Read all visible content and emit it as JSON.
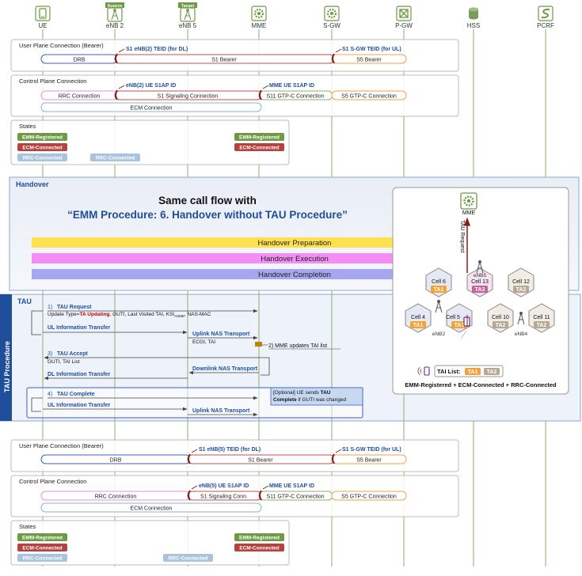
{
  "entities": [
    {
      "label": "UE",
      "tag": "",
      "icon": "ue-icon"
    },
    {
      "label": "eNB 2",
      "tag": "Source",
      "icon": "enb-icon"
    },
    {
      "label": "eNB 5",
      "tag": "Target",
      "icon": "enb-icon"
    },
    {
      "label": "MME",
      "tag": "",
      "icon": "mme-gear-icon"
    },
    {
      "label": "S-GW",
      "tag": "",
      "icon": "sgw-gear-icon"
    },
    {
      "label": "P-GW",
      "tag": "",
      "icon": "pgw-icon"
    },
    {
      "label": "HSS",
      "tag": "",
      "icon": "hss-database-icon"
    },
    {
      "label": "PCRF",
      "tag": "",
      "icon": "pcrf-icon"
    }
  ],
  "top": {
    "user_plane": {
      "title": "User Plane Connection (Bearer)",
      "drb": "DRB",
      "s1_bearer": "S1 Bearer",
      "s5_bearer": "S5 Bearer",
      "teid_dl": "S1 eNB(2) TEID (for DL)",
      "teid_ul": "S1 S-GW TEID (for UL)"
    },
    "control_plane": {
      "title": "Control Plane Connection",
      "rrc": "RRC  Connection",
      "s1_sig": "S1 Signaling Connection",
      "s11": "S11 GTP-C Connection",
      "s5": "S5 GTP-C Connection",
      "ecm": "ECM Connection",
      "enb_id": "eNB(2) UE S1AP ID",
      "mme_id": "MME UE S1AP ID"
    },
    "states": {
      "title": "States",
      "ue_emm": "EMM-Registered",
      "ue_ecm": "ECM-Connected",
      "ue_rrc": "RRC-Connected",
      "enb_rrc": "RRC-Connected",
      "mme_emm": "EMM-Registered",
      "mme_ecm": "ECM-Connected"
    }
  },
  "handover": {
    "title": "Handover",
    "line1": "Same call flow with",
    "line2": "“EMM Procedure: 6. Handover without TAU Procedure”",
    "bars": [
      "Handover Preparation",
      "Handover Execution",
      "Handover Completion"
    ],
    "colors": {
      "prep": "#ffe14d",
      "exec": "#f48ef4",
      "comp": "#a6a6f2"
    }
  },
  "tau": {
    "title": "TAU",
    "side_label": "TAU Procedure",
    "msg1_num": "1)",
    "msg1_title": "TAU Request",
    "msg1_params_a": "Update Type=",
    "msg1_params_b": "TA Updating",
    "msg1_params_c": ", GUTI, Last Visited TAI, KSI",
    "msg1_params_sub": "ASME",
    "msg1_params_d": ", NAS-MAC",
    "ul_info": "UL Information Transfer",
    "uplink_nas": "Uplink NAS Transport",
    "ecgi": "ECGI, TAI",
    "step2": "2) MME updates TAI list",
    "msg3_num": "3)",
    "msg3_title": "TAU Accept",
    "msg3_params": "GUTI, TAI List",
    "downlink_nas": "Downlink NAS Transport",
    "dl_info": "DL Information Transfer",
    "msg4_num": "4)",
    "msg4_title": "TAU Complete",
    "ul_info2": "UL Information Transfer",
    "uplink_nas2": "Uplink NAS Transport",
    "optional_a": "[Optional] UE sends ",
    "optional_b": "TAU",
    "optional_c": "Complete",
    "optional_d": " if GUTI was changed"
  },
  "cell_map": {
    "mme": "MME",
    "tau_request": "TAU Request",
    "cells": [
      {
        "name": "Cell 6",
        "ta": "TA1"
      },
      {
        "name": "Cell 13",
        "ta": "TA3"
      },
      {
        "name": "Cell 12",
        "ta": "TA2"
      },
      {
        "name": "Cell 4",
        "ta": "TA1"
      },
      {
        "name": "Cell 5",
        "ta": "TA1"
      },
      {
        "name": "Cell 10",
        "ta": "TA2"
      },
      {
        "name": "Cell 11",
        "ta": "TA2"
      }
    ],
    "enb5": "eNB5",
    "enb2": "eNB2",
    "enb4": "eNB4",
    "tai_list": "TAI List:",
    "tai_values": [
      "TA1",
      "TA2"
    ],
    "caption": "EMM-Registered + ECM-Connected + RRC-Connected"
  },
  "bottom": {
    "user_plane": {
      "title": "User Plane Connection (Bearer)",
      "drb": "DRB",
      "s1_bearer": "S1 Bearer",
      "s5_bearer": "S5 Bearer",
      "teid_dl": "S1 eNB(5) TEID (for DL)",
      "teid_ul": "S1 S-GW TEID (for UL)"
    },
    "control_plane": {
      "title": "Control Plane Connection",
      "rrc": "RRC Connection",
      "s1_sig": "S1 Signaling Conn.",
      "s11": "S11 GTP-C Connection",
      "s5": "S5 GTP-C Connection",
      "ecm": "ECM Connection",
      "enb_id": "eNB(5) UE S1AP ID",
      "mme_id": "MME UE S1AP ID"
    },
    "states": {
      "title": "States",
      "ue_emm": "EMM-Registered",
      "ue_ecm": "ECM-Connected",
      "ue_rrc": "RRC-Connected",
      "enb_rrc": "RRC-Connected",
      "mme_emm": "EMM-Registered",
      "mme_ecm": "ECM-Connected"
    }
  },
  "colors": {
    "emm": "#6e9a45",
    "ecm": "#b7413f",
    "rrc": "#8fb3d1",
    "link_blue": "#1f4e9a",
    "msg_red": "#c00000",
    "ta1": "#f4a236",
    "ta2": "#b5a894",
    "ta3": "#c1659b"
  }
}
